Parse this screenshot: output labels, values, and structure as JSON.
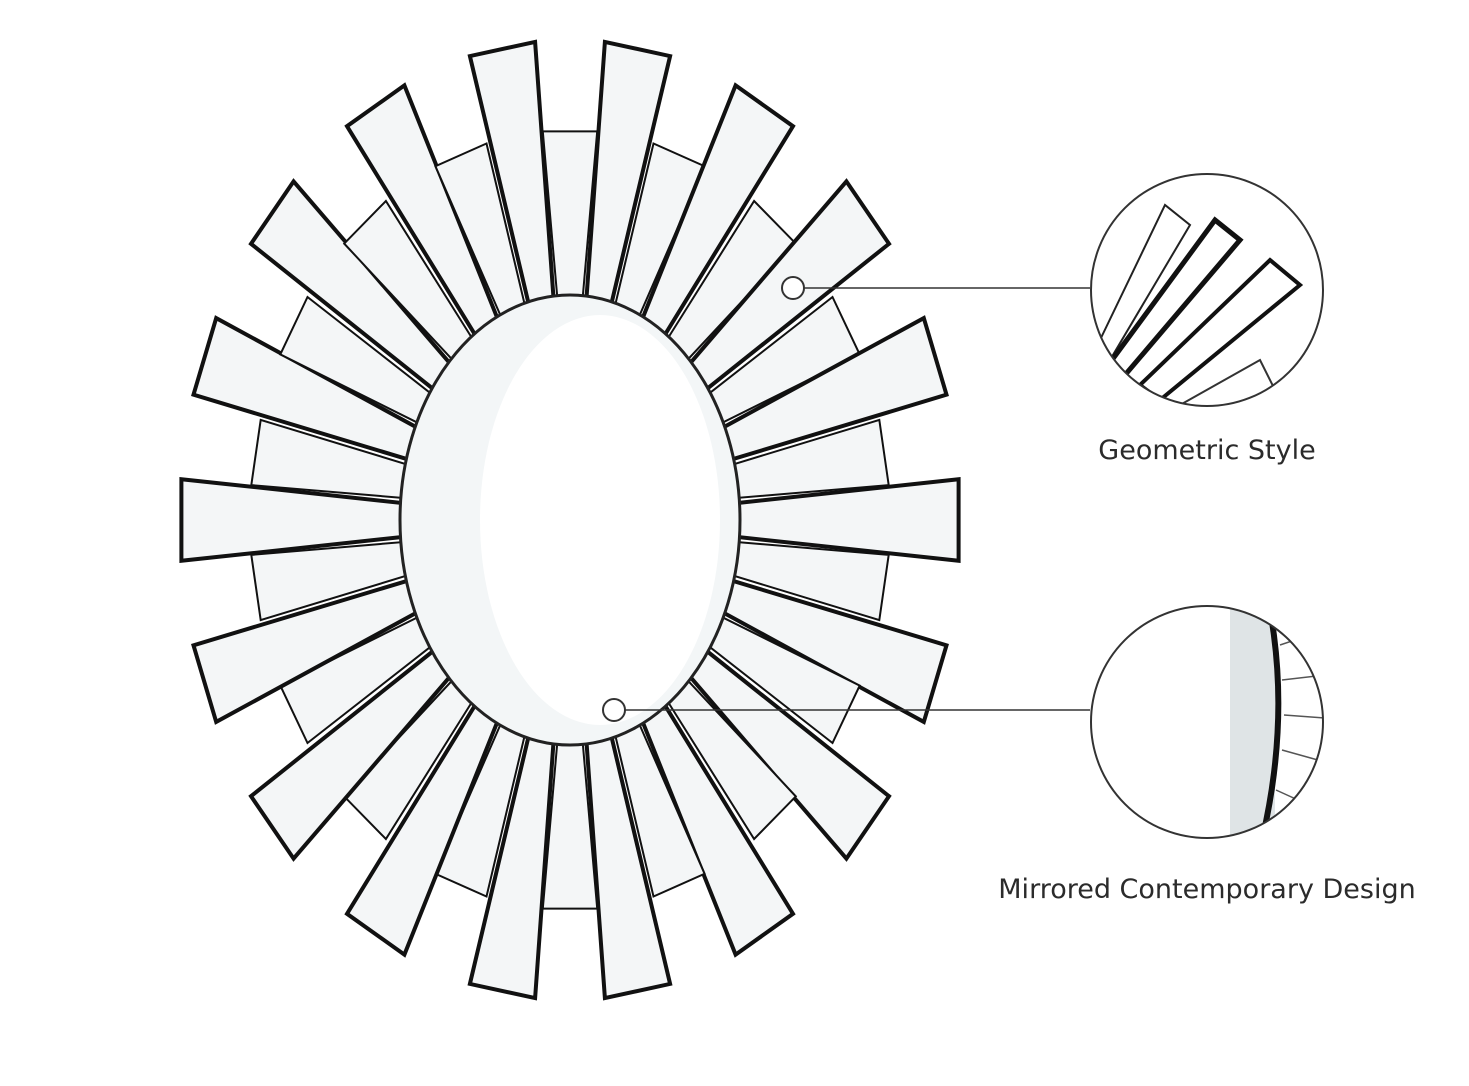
{
  "product": "sunburst-mirror",
  "callouts": [
    {
      "label": "Geometric Style"
    },
    {
      "label": "Mirrored Contemporary Design"
    }
  ],
  "colors": {
    "frame_edge": "#111111",
    "mirror_face": "#f4f6f7",
    "line": "#3a3a3a"
  }
}
